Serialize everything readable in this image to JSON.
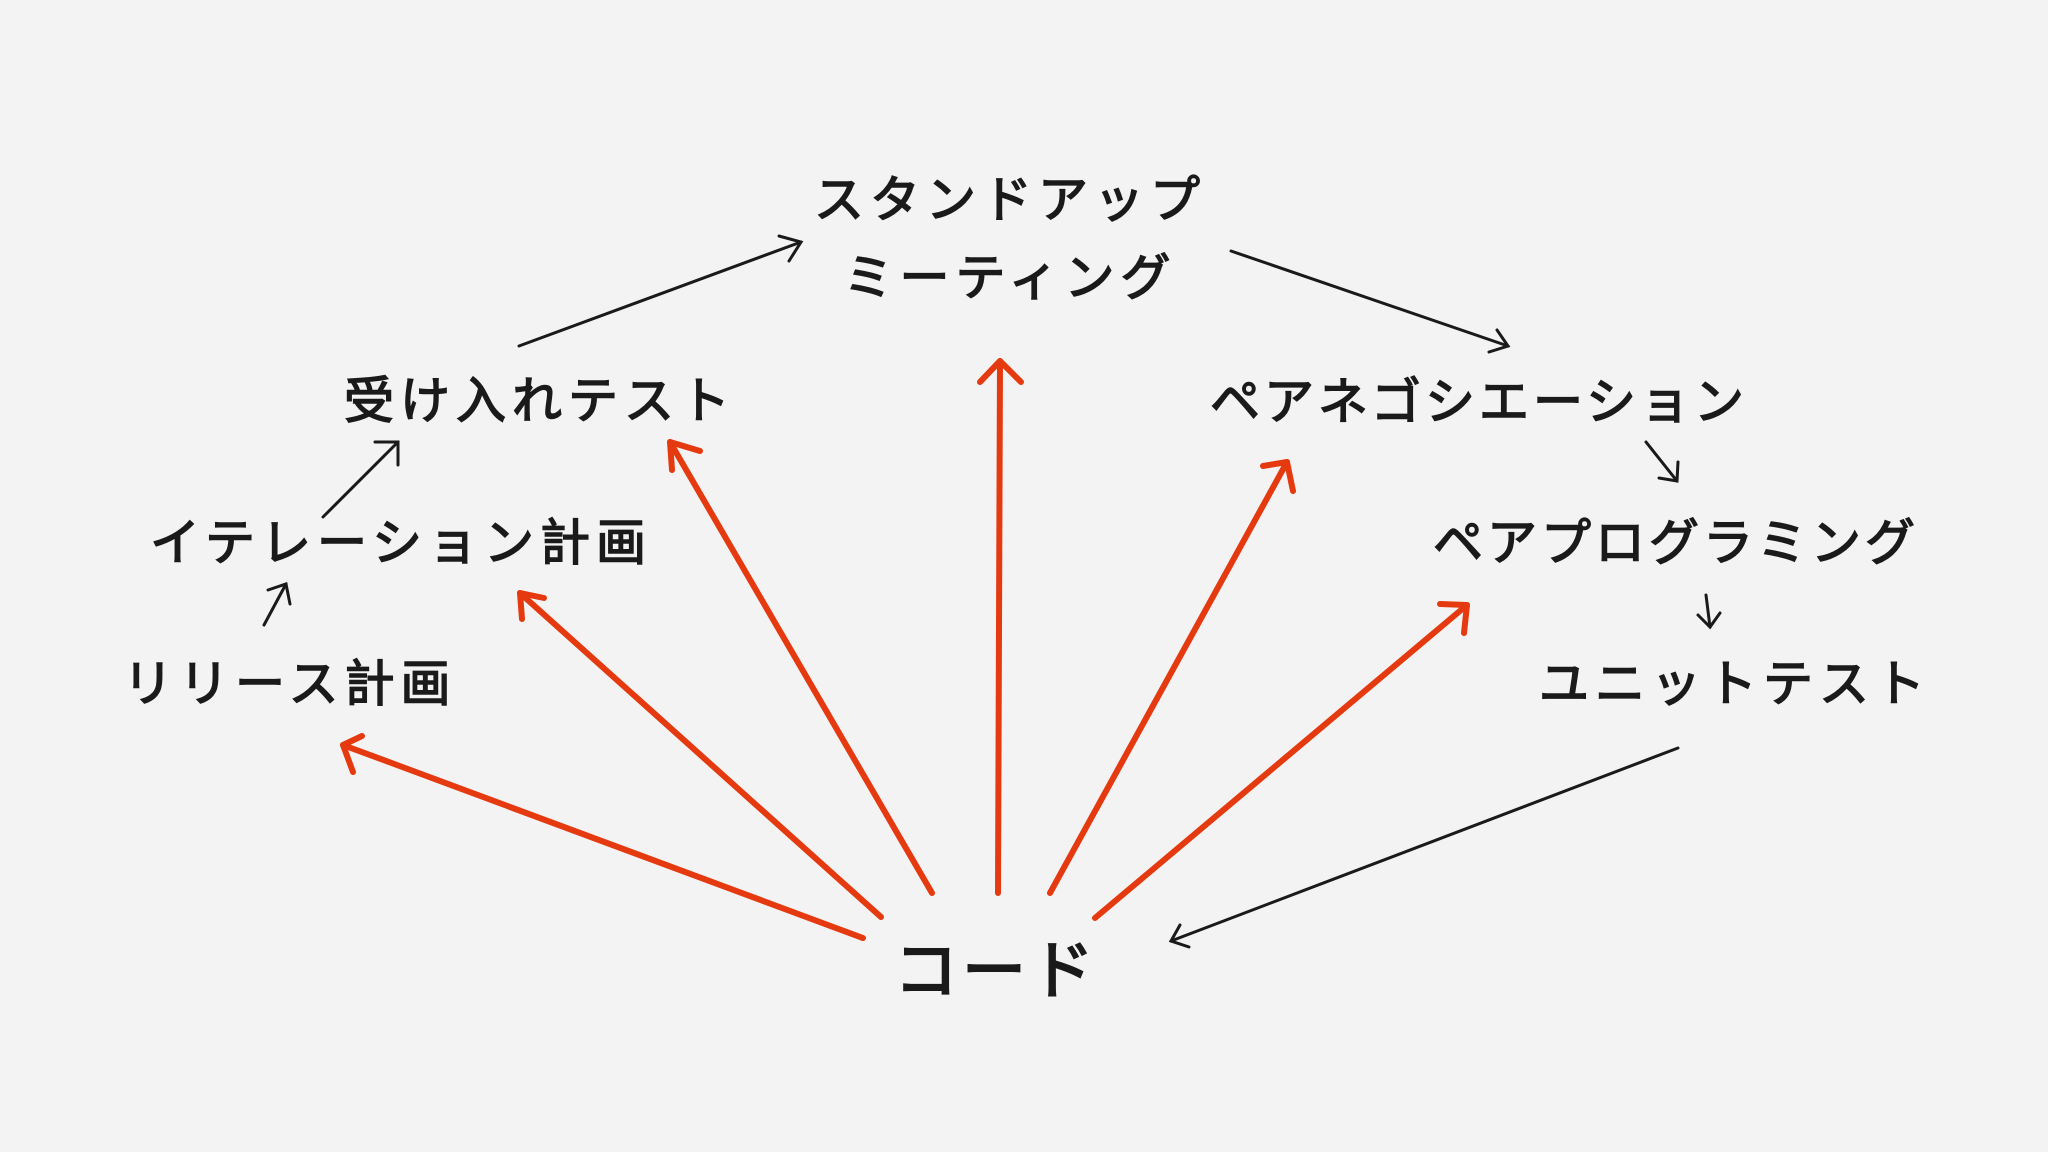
{
  "diagram": {
    "center": "コード",
    "nodes": {
      "standup_line1": "スタンドアップ",
      "standup_line2": "ミーティング",
      "acceptance": "受け入れテスト",
      "iteration": "イテレーション計画",
      "release": "リリース計画",
      "negotiation": "ペアネゴシエーション",
      "pairprog": "ペアプログラミング",
      "unittest": "ユニットテスト"
    },
    "colors": {
      "background": "#f3f3f3",
      "text": "#1a1a1a",
      "cycle_arrow": "#1a1a1a",
      "code_arrow": "#e5390f"
    }
  }
}
